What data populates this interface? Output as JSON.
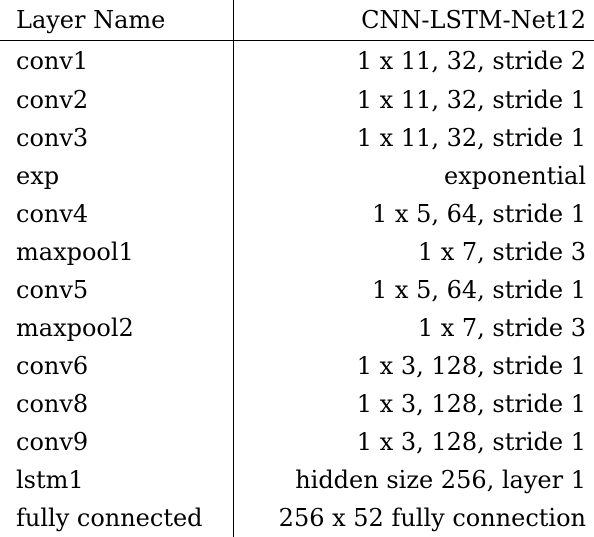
{
  "table": {
    "headers": [
      "Layer Name",
      "CNN-LSTM-Net12"
    ],
    "rows": [
      [
        "conv1",
        "1 x 11, 32, stride 2"
      ],
      [
        "conv2",
        "1 x 11, 32, stride 1"
      ],
      [
        "conv3",
        "1 x 11, 32, stride 1"
      ],
      [
        "exp",
        "exponential"
      ],
      [
        "conv4",
        "1 x 5, 64, stride 1"
      ],
      [
        "maxpool1",
        "1 x 7, stride 3"
      ],
      [
        "conv5",
        "1 x 5, 64, stride 1"
      ],
      [
        "maxpool2",
        "1 x 7, stride 3"
      ],
      [
        "conv6",
        "1 x 3, 128, stride 1"
      ],
      [
        "conv8",
        "1 x 3, 128, stride 1"
      ],
      [
        "conv9",
        "1 x 3, 128, stride 1"
      ],
      [
        "lstm1",
        "hidden size 256, layer 1"
      ],
      [
        "fully connected",
        "256 x 52 fully connection"
      ]
    ]
  },
  "colors": {
    "text": "#000000",
    "background": "#ffffff",
    "rule": "#000000"
  }
}
